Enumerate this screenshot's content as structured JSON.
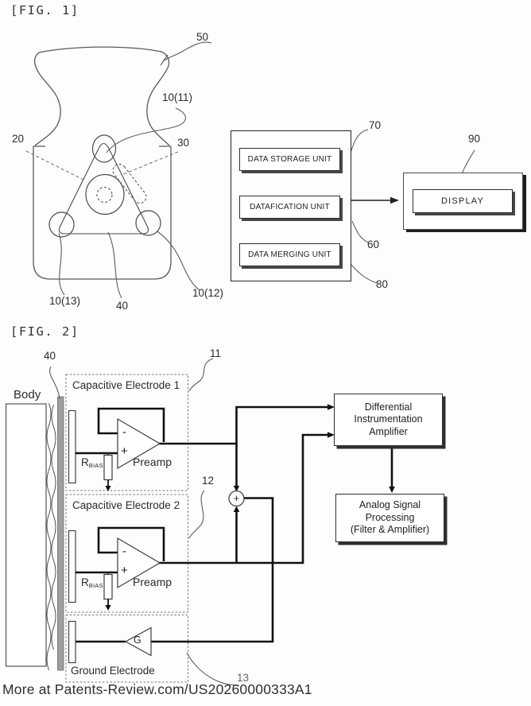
{
  "page": {
    "watermark": "More at Patents-Review.com/US20260000333A1"
  },
  "fig1": {
    "heading": "[FIG. 1]",
    "refs": {
      "r50": "50",
      "r10_11": "10(11)",
      "r20": "20",
      "r30": "30",
      "r10_13": "10(13)",
      "r40": "40",
      "r10_12": "10(12)",
      "r70": "70",
      "r60": "60",
      "r80": "80",
      "r90": "90"
    },
    "units": [
      {
        "label": "DATA STORAGE UNIT"
      },
      {
        "label": "DATAFICATION UNIT"
      },
      {
        "label": "DATA MERGING UNIT"
      }
    ],
    "display_label": "DISPLAY"
  },
  "fig2": {
    "heading": "[FIG. 2]",
    "refs": {
      "r40": "40",
      "r11": "11",
      "r12": "12",
      "r13": "13"
    },
    "body_label": "Body",
    "electrode1_label": "Capacitive Electrode 1",
    "electrode2_label": "Capacitive Electrode 2",
    "ground_label": "Ground Electrode",
    "preamp_label": "Preamp",
    "rbias_main": "R",
    "rbias_sub": "BIAS",
    "opamp_minus": "-",
    "opamp_plus": "+",
    "sum_symbol": "+",
    "gain_label": "G",
    "diff_amp_lines": [
      "Differential",
      "Instrumentation",
      "Amplifier"
    ],
    "analog_lines": [
      "Analog Signal",
      "Processing",
      "(Filter & Amplifier)"
    ]
  }
}
